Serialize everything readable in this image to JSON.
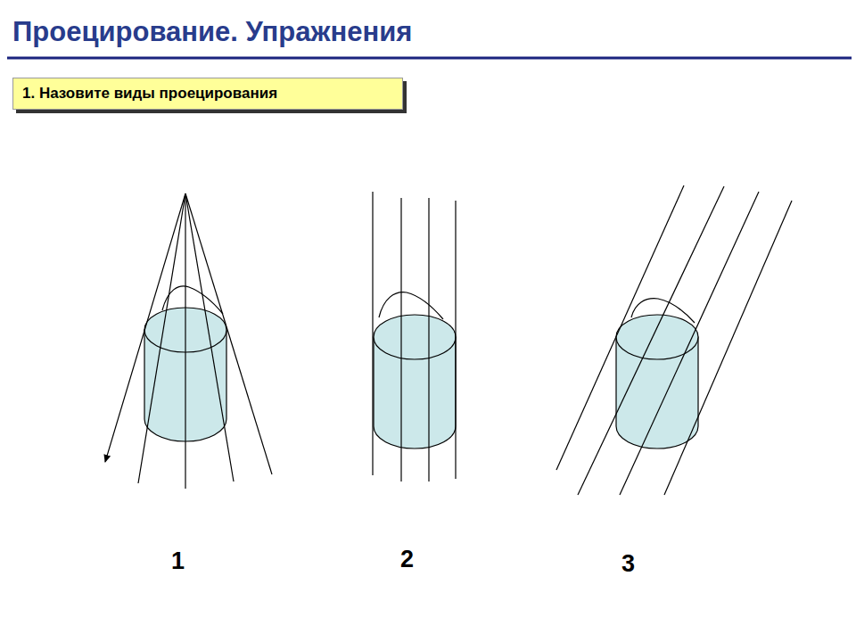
{
  "diagram": {
    "title": "Проецирование. Упражнения",
    "nodes": [
      {
        "text": [
          "1. Назовите виды проецирования"
        ]
      }
    ],
    "labels": [
      "1",
      "2",
      "3"
    ]
  }
}
